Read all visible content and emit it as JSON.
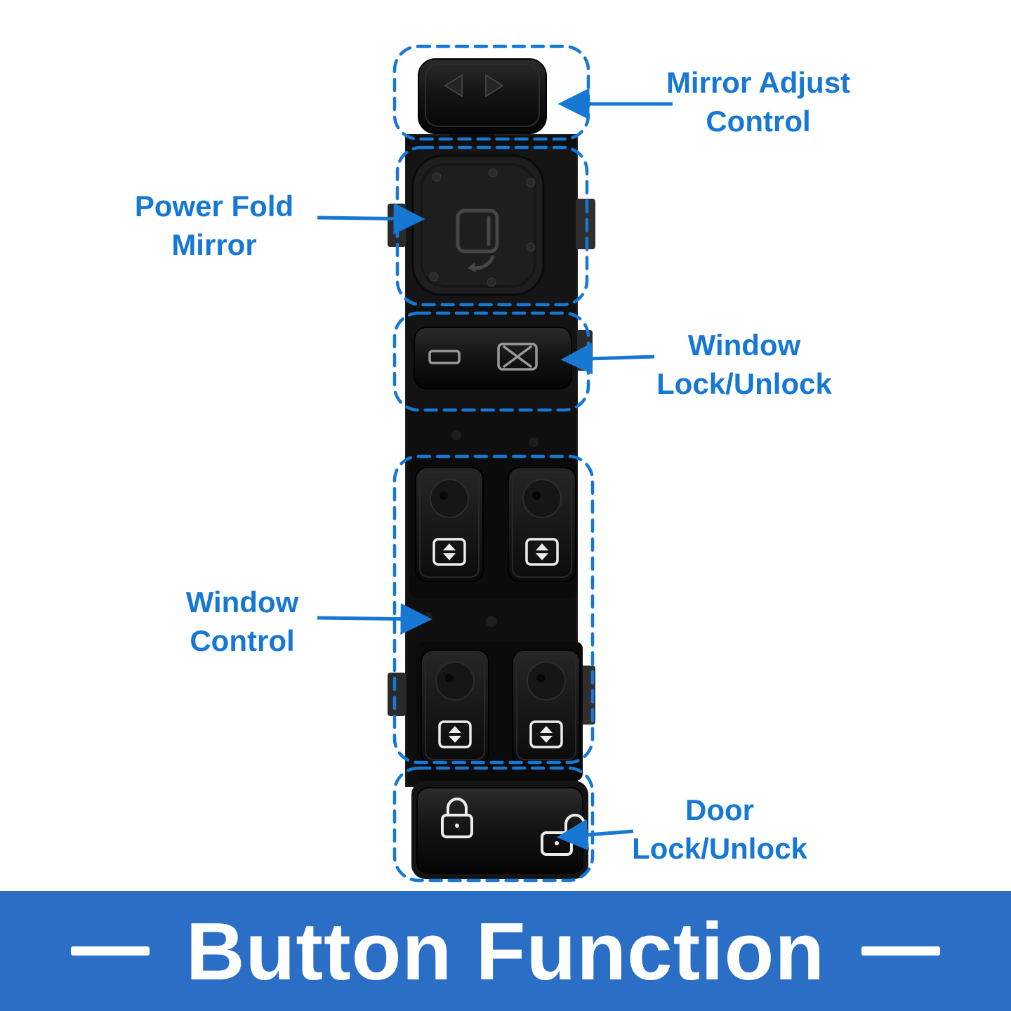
{
  "colors": {
    "annotation_blue": "#1778d4",
    "banner_blue": "#2a6fc5",
    "background": "#ffffff",
    "product_black": "#111111"
  },
  "annotations": {
    "mirror_adjust": {
      "line1": "Mirror Adjust",
      "line2": "Control"
    },
    "power_fold": {
      "line1": "Power Fold",
      "line2": "Mirror"
    },
    "window_lock": {
      "line1": "Window",
      "line2": "Lock/Unlock"
    },
    "window_control": {
      "line1": "Window",
      "line2": "Control"
    },
    "door_lock": {
      "line1": "Door",
      "line2": "Lock/Unlock"
    }
  },
  "banner": {
    "title": "Button Function"
  },
  "icons": {
    "mirror_left_arrow": "left-triangle",
    "mirror_right_arrow": "right-triangle",
    "power_fold_glyph": "folding-mirror-with-arrow",
    "window_lockout_glyph": "window-with-x",
    "window_switch_glyph": "window-up-down-arrows",
    "door_lock_glyph": "closed-padlock",
    "door_unlock_glyph": "open-padlock"
  }
}
